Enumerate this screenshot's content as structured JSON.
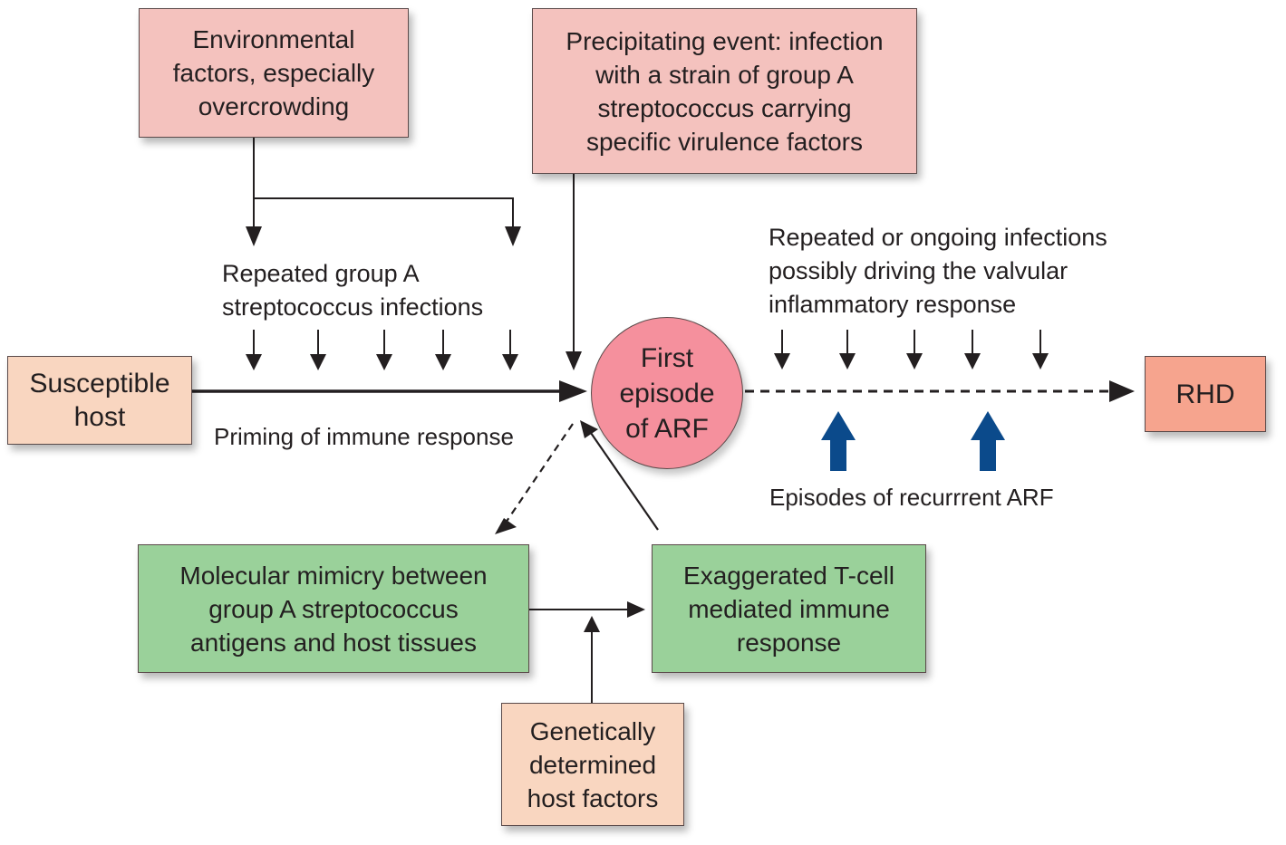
{
  "diagram": {
    "nodes": {
      "environmental": {
        "lines": [
          "Environmental",
          "factors, especially",
          "overcrowding"
        ],
        "color": "#f4c2be"
      },
      "precipitating": {
        "lines": [
          "Precipitating event: infection",
          "with a strain of group A",
          "streptococcus carrying",
          "specific virulence factors"
        ],
        "color": "#f4c2be"
      },
      "susceptible_host": {
        "lines": [
          "Susceptible",
          "host"
        ],
        "color": "#f9d6c0"
      },
      "first_episode": {
        "lines": [
          "First",
          "episode",
          "of ARF"
        ],
        "color": "#f5909d"
      },
      "rhd": {
        "lines": [
          "RHD"
        ],
        "color": "#f6a48e"
      },
      "molecular_mimicry": {
        "lines": [
          "Molecular mimicry between",
          "group A streptococcus",
          "antigens and host tissues"
        ],
        "color": "#9ad19a"
      },
      "tcell": {
        "lines": [
          "Exaggerated T-cell",
          "mediated immune",
          "response"
        ],
        "color": "#9ad19a"
      },
      "genetic": {
        "lines": [
          "Genetically",
          "determined",
          "host factors"
        ],
        "color": "#f9d6c0"
      }
    },
    "labels": {
      "repeated_group_a": [
        "Repeated group A",
        "streptococcus infections"
      ],
      "repeated_ongoing": [
        "Repeated or ongoing infections",
        "possibly driving the valvular",
        "inflammatory response"
      ],
      "priming": "Priming of immune response",
      "recurrent_arf": "Episodes of recurrrent ARF"
    },
    "colors": {
      "recurrence_arrow": "#0b4a8b",
      "line": "#231f20"
    },
    "edges": [
      {
        "from": "environmental",
        "to": "repeated_group_a",
        "style": "solid"
      },
      {
        "from": "repeated_group_a",
        "to": "main_timeline",
        "style": "solid",
        "count": 5
      },
      {
        "from": "precipitating",
        "to": "first_episode",
        "style": "solid"
      },
      {
        "from": "susceptible_host",
        "to": "first_episode",
        "style": "solid"
      },
      {
        "from": "first_episode",
        "to": "rhd",
        "style": "dashed"
      },
      {
        "from": "repeated_ongoing",
        "to": "rhd_timeline",
        "style": "solid",
        "count": 5
      },
      {
        "from": "recurrent_arf",
        "to": "rhd_timeline",
        "style": "thick",
        "count": 2
      },
      {
        "from": "first_episode",
        "to": "molecular_mimicry",
        "style": "dashed"
      },
      {
        "from": "molecular_mimicry",
        "to": "tcell",
        "style": "solid"
      },
      {
        "from": "genetic",
        "to": "mimicry_tcell_edge",
        "style": "solid"
      },
      {
        "from": "tcell",
        "to": "first_episode",
        "style": "solid"
      }
    ]
  }
}
